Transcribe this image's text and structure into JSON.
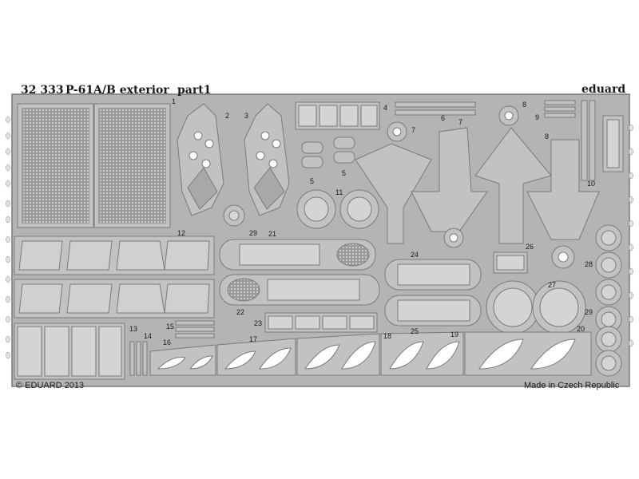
{
  "sheet": {
    "code": "32 333",
    "title": "P-61A/B exterior",
    "part": "part1",
    "brand": "eduard",
    "copyright": "© EDUARD 2013",
    "origin": "Made in Czech Republic"
  },
  "part_numbers": [
    "1",
    "2",
    "3",
    "4",
    "5",
    "5",
    "6",
    "7",
    "7",
    "8",
    "8",
    "9",
    "10",
    "11",
    "12",
    "13",
    "14",
    "15",
    "16",
    "17",
    "18",
    "19",
    "20",
    "21",
    "22",
    "23",
    "24",
    "25",
    "26",
    "27",
    "28",
    "29",
    "29"
  ],
  "colors": {
    "fret": "#b4b4b4",
    "fret_dark": "#8a8a8a",
    "part": "#c2c2c2",
    "hole": "#ffffff",
    "text": "#1a1a1a"
  }
}
